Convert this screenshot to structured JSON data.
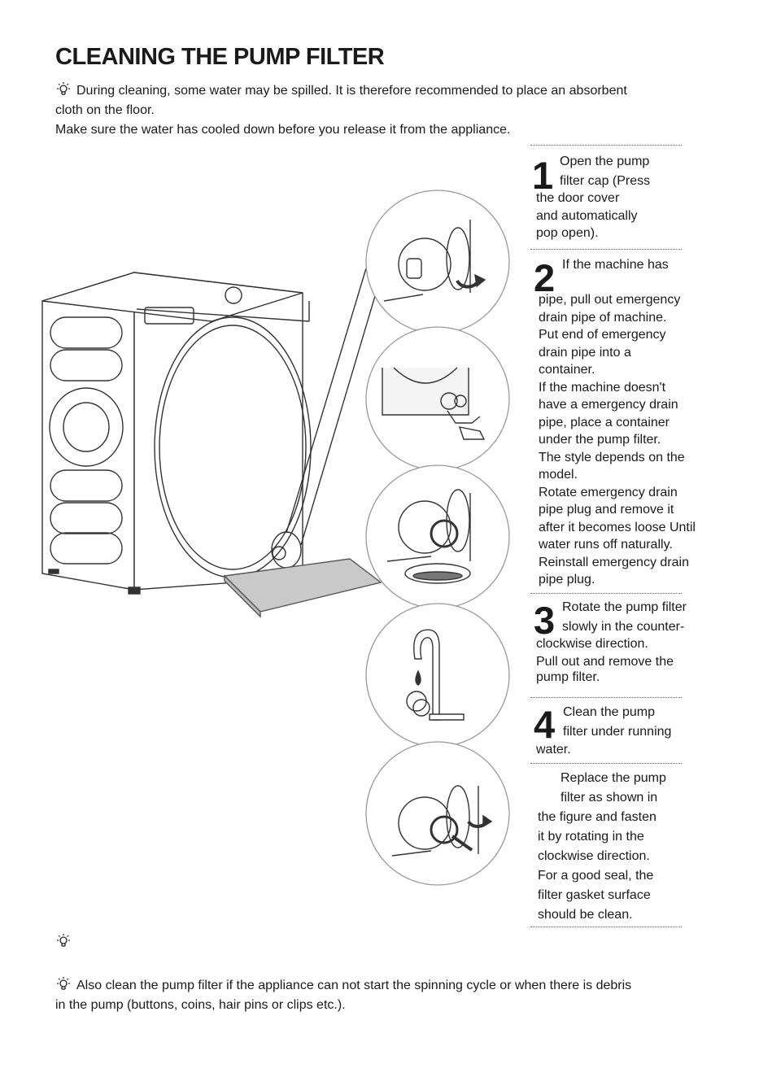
{
  "title": "CLEANING THE PUMP FILTER",
  "intro": {
    "line1": "During cleaning, some water may be spilled. It is therefore recommended to place an absorbent",
    "line2": "cloth on the floor.",
    "line3": "Make sure the water has cooled down before you release it from the appliance."
  },
  "steps": {
    "s1": {
      "number": "1",
      "l1": "Open the pump",
      "l2": "filter cap (Press",
      "l3": "the door cover",
      "l4": "and automatically",
      "l5": "pop open)."
    },
    "s2": {
      "number": "2",
      "l1": "If the machine has",
      "body": [
        "pipe, pull out emergency",
        "drain pipe of machine.",
        "Put end of emergency",
        "drain pipe into a",
        "container.",
        "If the machine doesn't",
        "have a emergency drain",
        "pipe, place a container",
        "under the pump filter.",
        "The style depends on the",
        "model.",
        "Rotate emergency drain",
        "pipe plug and remove it",
        "after it becomes loose Until",
        "water runs off naturally.",
        "Reinstall emergency drain",
        "pipe plug."
      ]
    },
    "s3": {
      "number": "3",
      "l1": "Rotate the pump filter",
      "l2": "slowly in the counter-",
      "l3": "clockwise direction.",
      "l4": "Pull out and remove the",
      "l5": "pump filter."
    },
    "s4": {
      "number": "4",
      "l1": "Clean the pump",
      "l2": "filter under running",
      "l3": "water."
    },
    "s5": {
      "l1": "Replace the pump",
      "l2": "filter as shown in",
      "l3": "the figure and fasten",
      "l4": "it by rotating in the",
      "l5": "clockwise direction.",
      "l6": "For a good seal, the",
      "l7": "filter gasket surface",
      "l8": "should be clean."
    }
  },
  "footer": {
    "line1": "Also clean the pump filter if the appliance can not start the spinning cycle or when there is debris",
    "line2": "in the pump (buttons, coins, hair pins or clips etc.)."
  },
  "icons": {
    "tip": "lightbulb-icon"
  },
  "colors": {
    "text": "#1a1a1a",
    "line": "#333333",
    "tray": "#c9c9c9"
  }
}
